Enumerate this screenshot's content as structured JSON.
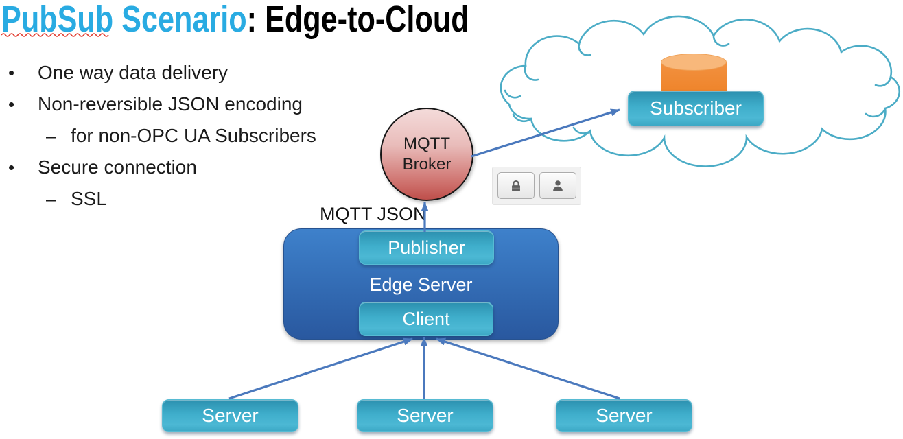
{
  "title": {
    "highlight": "PubSub Scenario",
    "rest": ": Edge-to-Cloud"
  },
  "bullets": [
    {
      "level": 1,
      "marker": "•",
      "text": "One way data delivery"
    },
    {
      "level": 1,
      "marker": "•",
      "text": "Non-reversible JSON encoding"
    },
    {
      "level": 2,
      "marker": "–",
      "text": "for non-OPC UA Subscribers"
    },
    {
      "level": 1,
      "marker": "•",
      "text": "Secure connection"
    },
    {
      "level": 2,
      "marker": "–",
      "text": "SSL"
    }
  ],
  "diagram": {
    "mqtt_json_label": "MQTT JSON",
    "broker": {
      "line1": "MQTT",
      "line2": "Broker"
    },
    "edge_server_label": "Edge Server",
    "publisher_label": "Publisher",
    "client_label": "Client",
    "subscriber_label": "Subscriber",
    "servers": [
      "Server",
      "Server",
      "Server"
    ],
    "security_icons": [
      "lock-icon",
      "user-icon"
    ]
  },
  "colors": {
    "title_accent": "#29ABE2",
    "title_rest": "#000000",
    "spellcheck_squiggle": "#E23B2E",
    "teal_button": "#3FAECB",
    "edge_box_blue": "#3573BE",
    "broker_red": "#C0504D",
    "cylinder_orange": "#EE8227",
    "cloud_outline": "#4BACC6",
    "arrow_blue": "#4B79BD"
  }
}
